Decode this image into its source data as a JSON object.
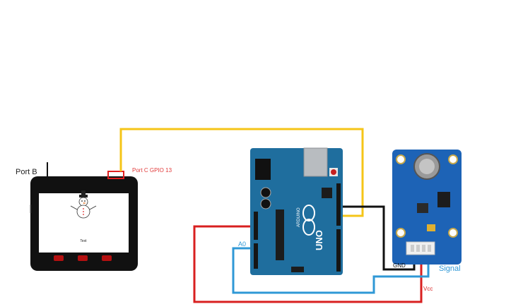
{
  "labels": {
    "port_b": "Port B",
    "port_c": "Port C GPIO 13",
    "a0": "A0",
    "gnd": "GND",
    "signal": "Signal",
    "vcc": "Vcc"
  },
  "device": {
    "screen_text": "Text"
  },
  "arduino": {
    "brand": "ARDUINO",
    "model": "UNO"
  },
  "colors": {
    "wire_yellow": "#f5c518",
    "wire_black": "#111111",
    "wire_red": "#d81f1f",
    "wire_blue": "#2f98d6",
    "label_red": "#e23b3b",
    "label_blue": "#2f98d6",
    "board_blue": "#1f6e9e",
    "sensor_blue": "#1d63b6"
  }
}
